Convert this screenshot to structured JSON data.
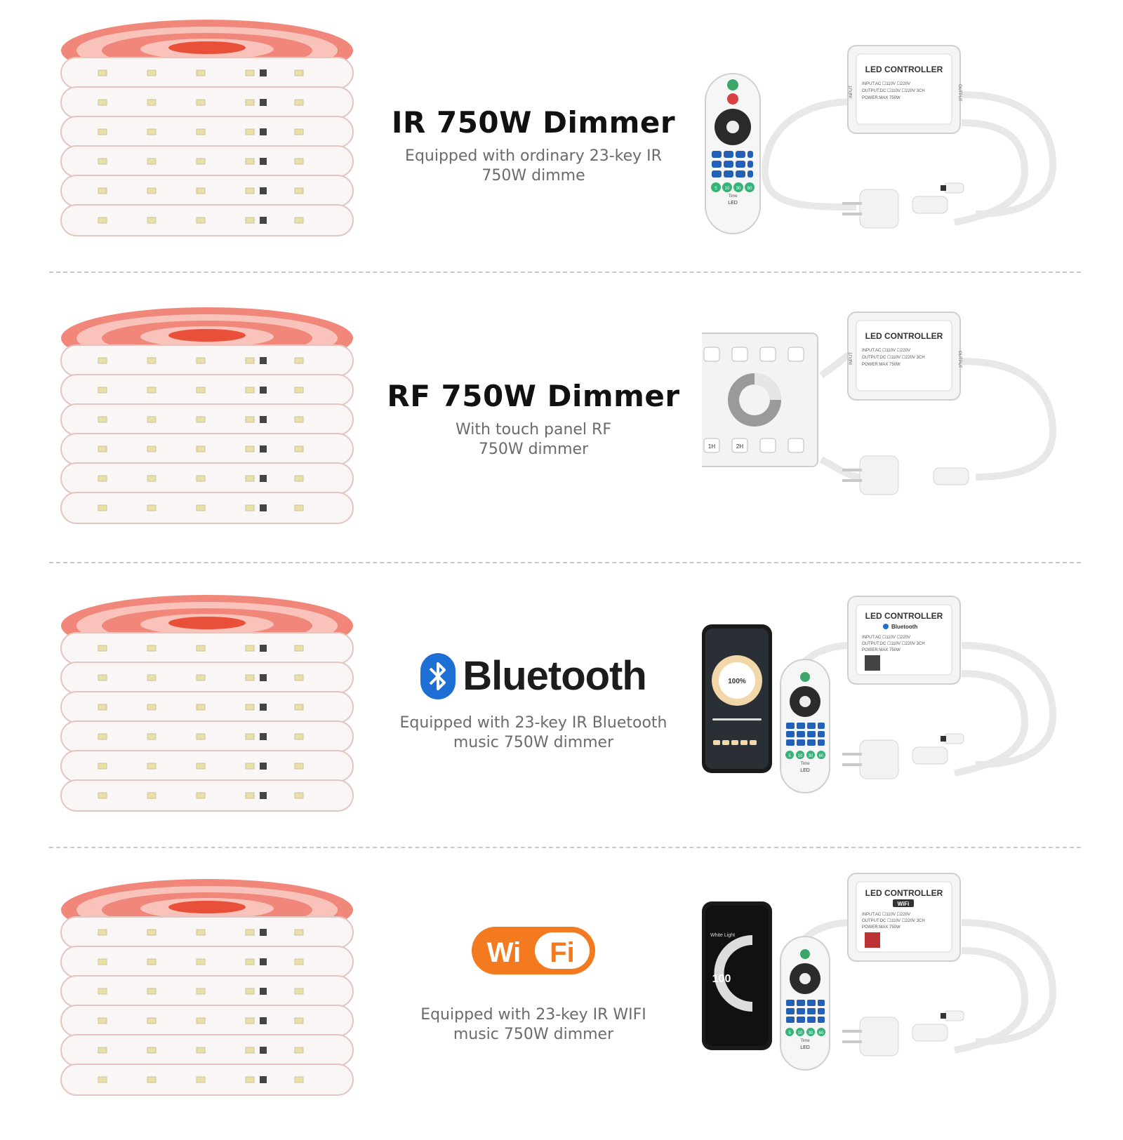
{
  "sections": [
    {
      "title": "IR 750W Dimmer",
      "subtitle_line1": "Equipped with ordinary 23-key IR",
      "subtitle_line2": "750W dimme"
    },
    {
      "title": "RF 750W Dimmer",
      "subtitle_line1": "With touch panel RF",
      "subtitle_line2": "750W dimmer"
    },
    {
      "title": "Bluetooth",
      "subtitle_line1": "Equipped with 23-key IR Bluetooth",
      "subtitle_line2": "music 750W dimmer"
    },
    {
      "title": "WiFi",
      "subtitle_line1": "Equipped with 23-key IR WIFI",
      "subtitle_line2": "music 750W dimmer"
    }
  ],
  "controller": {
    "title": "LED CONTROLLER",
    "input_label": "INPUT",
    "output_label": "OUTPUT",
    "bluetooth_label": "Bluetooth",
    "wifi_label": "WiFi",
    "spec_lines": [
      "INPUT:AC ☐110V ☐220V",
      "OUTPUT:DC ☐110V ☐220V 3CH",
      "POWER:MAX 750W"
    ]
  },
  "remote": {
    "brand": "LED",
    "time_label": "Time",
    "timer_keys": [
      "5",
      "10",
      "30",
      "60"
    ]
  },
  "touch_panel": {
    "keys": [
      "1H",
      "2H"
    ]
  },
  "phone_bt": {
    "level": "100%"
  },
  "phone_wifi": {
    "header": "White Light",
    "level": "100"
  },
  "colors": {
    "reel_red": "#e8503a",
    "bt_blue": "#1d6fd4",
    "wifi_orange": "#f47a20",
    "remote_blue": "#2360b8",
    "remote_green": "#35b37a"
  }
}
